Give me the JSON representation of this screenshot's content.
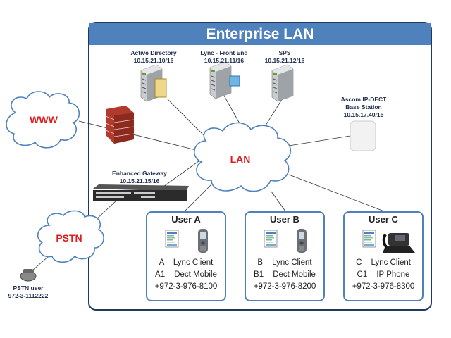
{
  "title": "Enterprise LAN",
  "servers": [
    {
      "name": "Active Directory",
      "ip": "10.15.21.10/16"
    },
    {
      "name": "Lync - Front End",
      "ip": "10.15.21.11/16"
    },
    {
      "name": "SPS",
      "ip": "10.15.21.12/16"
    }
  ],
  "base_station": {
    "name1": "Ascom IP-DECT",
    "name2": "Base Station",
    "ip": "10.15.17.40/16"
  },
  "gateway": {
    "name": "Enhanced Gateway",
    "ip": "10.15.21.15/16"
  },
  "clouds": {
    "www": "WWW",
    "lan": "LAN",
    "pstn": "PSTN"
  },
  "pstn_user": {
    "name": "PSTN user",
    "number": "972-3-1112222"
  },
  "users": [
    {
      "title": "User A",
      "l1": "A = Lync Client",
      "l2": "A1 = Dect Mobile",
      "l3": "+972-3-976-8100"
    },
    {
      "title": "User B",
      "l1": "B = Lync Client",
      "l2": "B1 = Dect Mobile",
      "l3": "+972-3-976-8200"
    },
    {
      "title": "User C",
      "l1": "C = Lync Client",
      "l2": "C1 = IP Phone",
      "l3": "+972-3-976-8300"
    }
  ],
  "colors": {
    "accent": "#4f81bd",
    "border": "#1f3864",
    "cloud_text": "#e01b1b"
  }
}
